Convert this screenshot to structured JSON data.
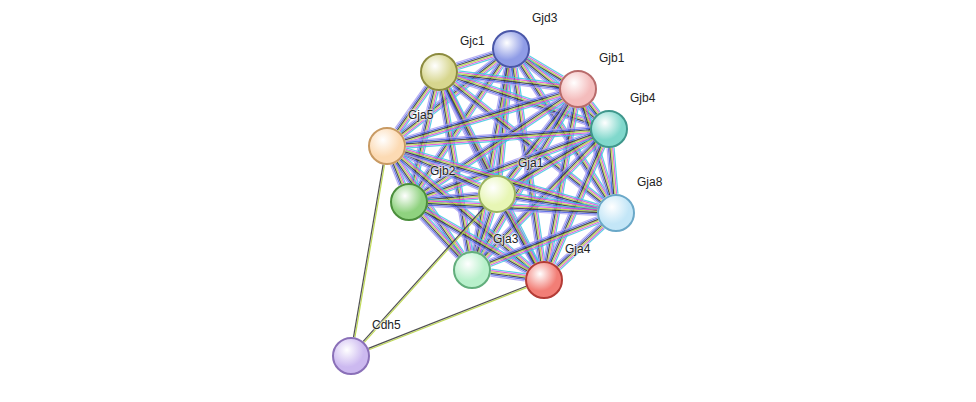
{
  "diagram": {
    "nodes": [
      {
        "text": [
          "Gjd3"
        ]
      },
      {
        "text": [
          "Gjc1"
        ]
      },
      {
        "text": [
          "Gjb1"
        ]
      },
      {
        "text": [
          "Gjb4"
        ]
      },
      {
        "text": [
          "Gja5"
        ]
      },
      {
        "text": [
          "Gja1"
        ]
      },
      {
        "text": [
          "Gjb2"
        ]
      },
      {
        "text": [
          "Gja8"
        ]
      },
      {
        "text": [
          "Gja3"
        ]
      },
      {
        "text": [
          "Gja4"
        ]
      },
      {
        "text": [
          "Cdh5"
        ]
      }
    ],
    "edges": [
      {
        "from": 0,
        "to": 1,
        "arrow": "none"
      },
      {
        "from": 0,
        "to": 2,
        "arrow": "none"
      },
      {
        "from": 0,
        "to": 3,
        "arrow": "none"
      },
      {
        "from": 0,
        "to": 4,
        "arrow": "none"
      },
      {
        "from": 0,
        "to": 5,
        "arrow": "none"
      },
      {
        "from": 0,
        "to": 6,
        "arrow": "none"
      },
      {
        "from": 0,
        "to": 7,
        "arrow": "none"
      },
      {
        "from": 0,
        "to": 8,
        "arrow": "none"
      },
      {
        "from": 0,
        "to": 9,
        "arrow": "none"
      },
      {
        "from": 1,
        "to": 2,
        "arrow": "none"
      },
      {
        "from": 1,
        "to": 3,
        "arrow": "none"
      },
      {
        "from": 1,
        "to": 4,
        "arrow": "none"
      },
      {
        "from": 1,
        "to": 5,
        "arrow": "none"
      },
      {
        "from": 1,
        "to": 6,
        "arrow": "none"
      },
      {
        "from": 1,
        "to": 7,
        "arrow": "none"
      },
      {
        "from": 1,
        "to": 8,
        "arrow": "none"
      },
      {
        "from": 1,
        "to": 9,
        "arrow": "none"
      },
      {
        "from": 2,
        "to": 3,
        "arrow": "none"
      },
      {
        "from": 2,
        "to": 4,
        "arrow": "none"
      },
      {
        "from": 2,
        "to": 5,
        "arrow": "none"
      },
      {
        "from": 2,
        "to": 6,
        "arrow": "none"
      },
      {
        "from": 2,
        "to": 7,
        "arrow": "none"
      },
      {
        "from": 2,
        "to": 8,
        "arrow": "none"
      },
      {
        "from": 2,
        "to": 9,
        "arrow": "none"
      },
      {
        "from": 3,
        "to": 4,
        "arrow": "none"
      },
      {
        "from": 3,
        "to": 5,
        "arrow": "none"
      },
      {
        "from": 3,
        "to": 6,
        "arrow": "none"
      },
      {
        "from": 3,
        "to": 7,
        "arrow": "none"
      },
      {
        "from": 3,
        "to": 8,
        "arrow": "none"
      },
      {
        "from": 3,
        "to": 9,
        "arrow": "none"
      },
      {
        "from": 4,
        "to": 5,
        "arrow": "none"
      },
      {
        "from": 4,
        "to": 6,
        "arrow": "none"
      },
      {
        "from": 4,
        "to": 7,
        "arrow": "none"
      },
      {
        "from": 4,
        "to": 8,
        "arrow": "none"
      },
      {
        "from": 4,
        "to": 9,
        "arrow": "none"
      },
      {
        "from": 5,
        "to": 6,
        "arrow": "none"
      },
      {
        "from": 5,
        "to": 7,
        "arrow": "none"
      },
      {
        "from": 5,
        "to": 8,
        "arrow": "none"
      },
      {
        "from": 5,
        "to": 9,
        "arrow": "none"
      },
      {
        "from": 6,
        "to": 7,
        "arrow": "none"
      },
      {
        "from": 6,
        "to": 8,
        "arrow": "none"
      },
      {
        "from": 6,
        "to": 9,
        "arrow": "none"
      },
      {
        "from": 7,
        "to": 8,
        "arrow": "none"
      },
      {
        "from": 7,
        "to": 9,
        "arrow": "none"
      },
      {
        "from": 8,
        "to": 9,
        "arrow": "none"
      },
      {
        "from": 4,
        "to": 10,
        "arrow": "none"
      },
      {
        "from": 5,
        "to": 10,
        "arrow": "none"
      },
      {
        "from": 9,
        "to": 10,
        "arrow": "none"
      }
    ]
  }
}
